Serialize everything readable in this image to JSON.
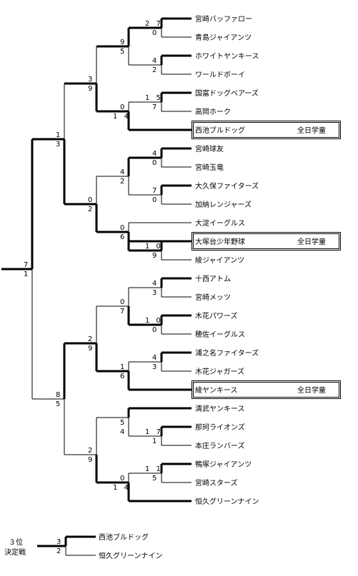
{
  "teams": [
    "宮崎バッファロー",
    "青島ジャイアンツ",
    "ホワイトヤンキース",
    "ワールドボーイ",
    "国富ドッグベアーズ",
    "高岡ホーク",
    "西池ブルドッグ",
    "宮崎球友",
    "宮崎玉竜",
    "大久保ファイターズ",
    "加納レンジャーズ",
    "大淀イーグルス",
    "大塚台少年野球",
    "綾ジャイアンツ",
    "十西アトム",
    "宮崎メッツ",
    "木花パワーズ",
    "穂佐イーグルス",
    "浦之名ファイターズ",
    "木花ジャガーズ",
    "綾ヤンキース",
    "清武ヤンキース",
    "那珂ライオンズ",
    "本庄ランバーズ",
    "鴨塚ジャイアンツ",
    "宮崎スターズ",
    "恒久グリーンナイン"
  ],
  "qualified": [
    {
      "team_index": 6,
      "badge": "全日学童"
    },
    {
      "team_index": 12,
      "badge": "全日学童"
    },
    {
      "team_index": 20,
      "badge": "全日学童"
    }
  ],
  "matches": [
    {
      "id": "r1a",
      "top": "2 7",
      "bottom": "0"
    },
    {
      "id": "r1b",
      "top": "4",
      "bottom": "2"
    },
    {
      "id": "r1c",
      "top": "1 5",
      "bottom": "7"
    },
    {
      "id": "r1d",
      "top": "0",
      "bottom": "1 4"
    },
    {
      "id": "r1e",
      "top": "9",
      "bottom": "5"
    },
    {
      "id": "r1f",
      "top": "3",
      "bottom": "9"
    },
    {
      "id": "r1g",
      "top": "4",
      "bottom": "0"
    },
    {
      "id": "r1h",
      "top": "7",
      "bottom": "0"
    },
    {
      "id": "r1i",
      "top": "4",
      "bottom": "2"
    },
    {
      "id": "r1j",
      "top": "1 0",
      "bottom": "9"
    },
    {
      "id": "r1k",
      "top": "0",
      "bottom": "6"
    },
    {
      "id": "r1l",
      "top": "0",
      "bottom": "2"
    },
    {
      "id": "r1m",
      "top": "1",
      "bottom": "3"
    },
    {
      "id": "r1n",
      "top": "4",
      "bottom": "3"
    },
    {
      "id": "r1o",
      "top": "1 0",
      "bottom": "0"
    },
    {
      "id": "r1p",
      "top": "0",
      "bottom": "7"
    },
    {
      "id": "r1q",
      "top": "4",
      "bottom": "3"
    },
    {
      "id": "r1r",
      "top": "1",
      "bottom": "6"
    },
    {
      "id": "r1s",
      "top": "2",
      "bottom": "9"
    },
    {
      "id": "r1t",
      "top": "1 7",
      "bottom": "1"
    },
    {
      "id": "r1u",
      "top": "5",
      "bottom": "4"
    },
    {
      "id": "r1v",
      "top": "1 1",
      "bottom": "5"
    },
    {
      "id": "r1w",
      "top": "0",
      "bottom": "1 4"
    },
    {
      "id": "r1x",
      "top": "2",
      "bottom": "9"
    },
    {
      "id": "r1y",
      "top": "8",
      "bottom": "5"
    },
    {
      "id": "final",
      "top": "7",
      "bottom": "1"
    }
  ],
  "third_place": {
    "label_line1": "３位",
    "label_line2": "決定戦",
    "top_team": "西池ブルドッグ",
    "bottom_team": "恒久グリーンナイン",
    "top_score": "3",
    "bottom_score": "2"
  }
}
